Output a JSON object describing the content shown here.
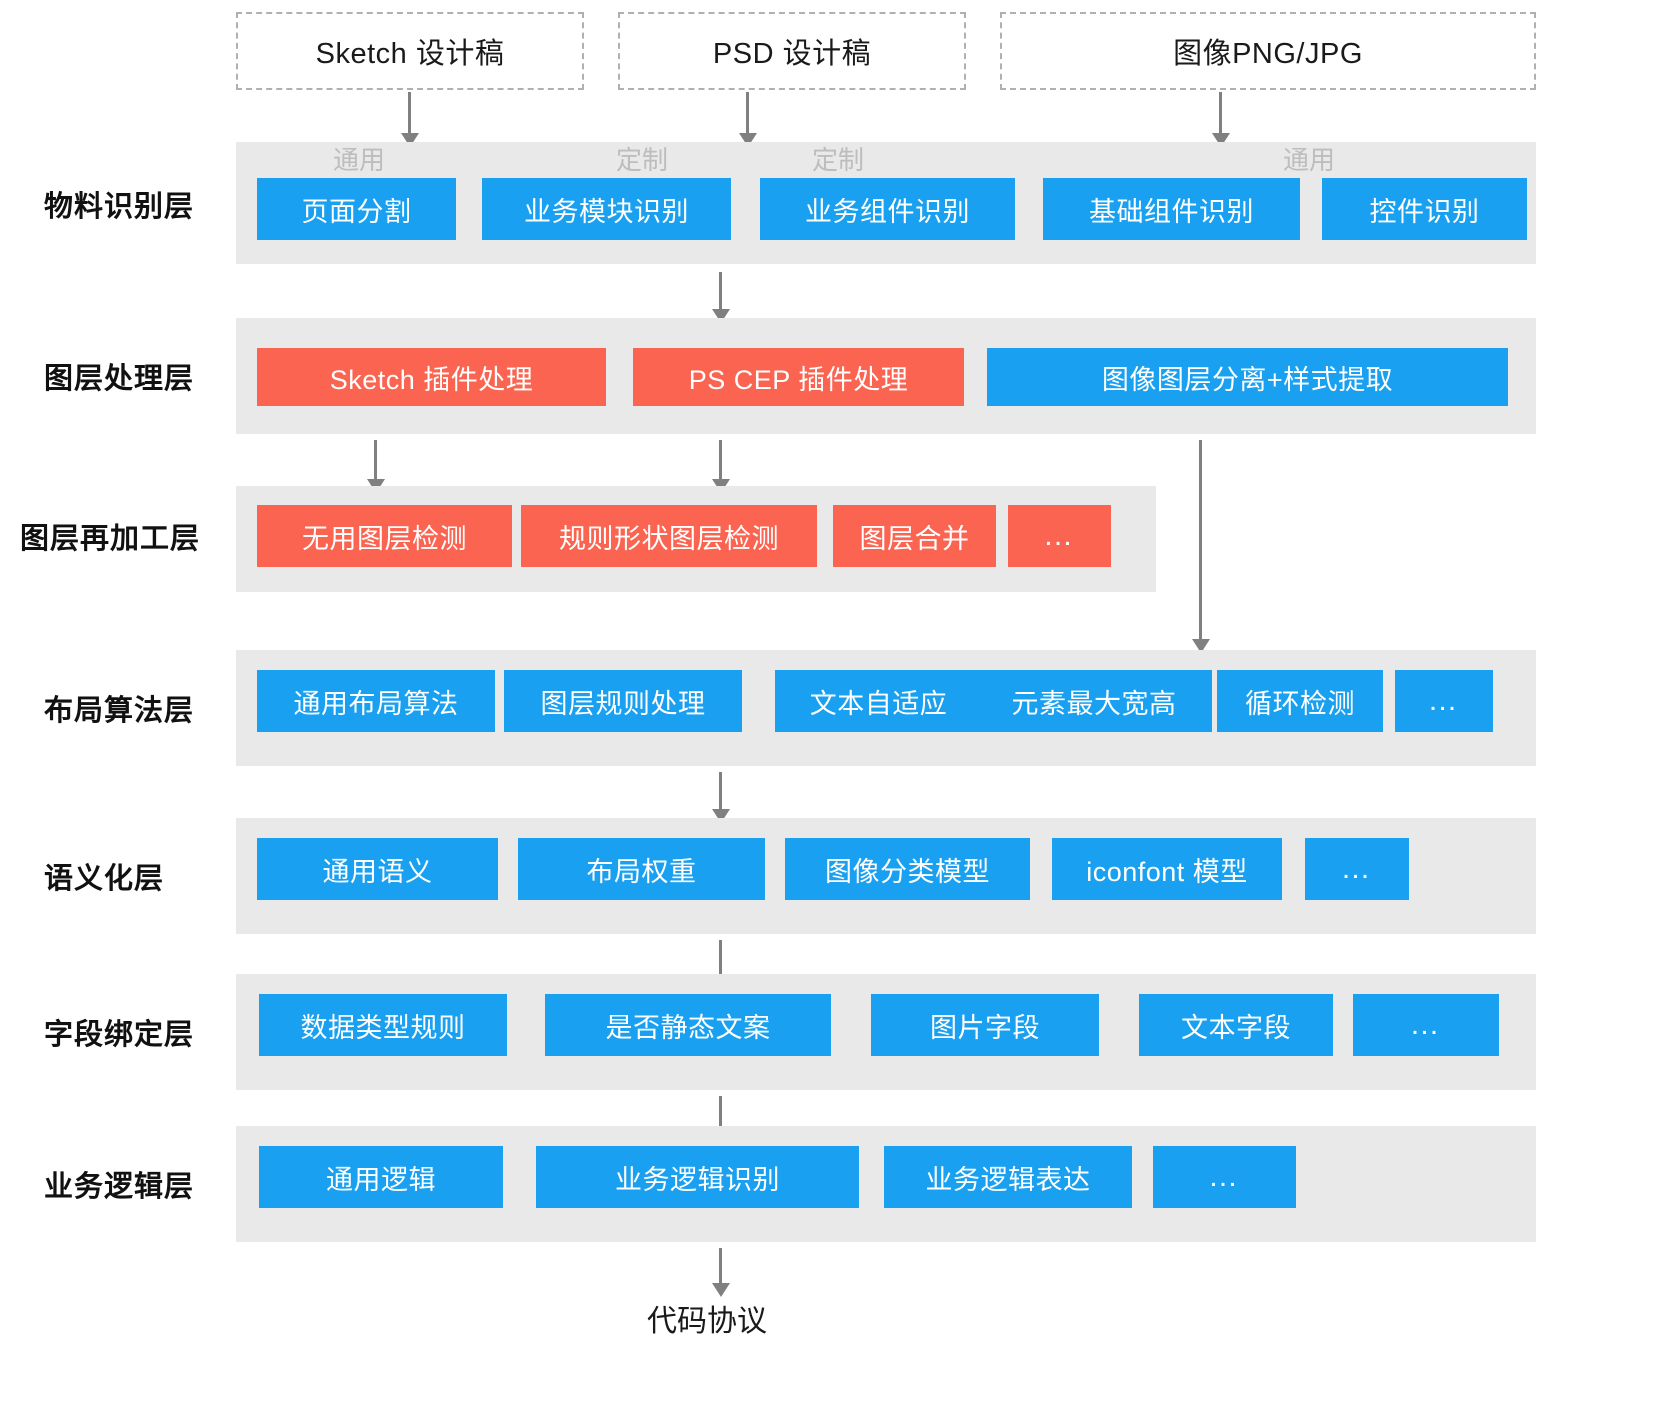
{
  "diagram": {
    "title_implied": "",
    "type": "layered-architecture-flowchart",
    "colors": {
      "blue": "#1aa0f0",
      "red": "#fa6450",
      "band": "#e9e9e9",
      "arrow": "#808080",
      "annotation": "#bdbdbd",
      "dashed_border": "#b0b0b0"
    },
    "inputs": [
      {
        "label": "Sketch 设计稿"
      },
      {
        "label": "PSD 设计稿"
      },
      {
        "label": "图像PNG/JPG"
      }
    ],
    "annotations": [
      {
        "label": "通用"
      },
      {
        "label": "定制"
      },
      {
        "label": "定制"
      },
      {
        "label": "通用"
      }
    ],
    "layers": [
      {
        "name": "物料识别层",
        "nodes": [
          {
            "label": "页面分割",
            "color": "blue"
          },
          {
            "label": "业务模块识别",
            "color": "blue"
          },
          {
            "label": "业务组件识别",
            "color": "blue"
          },
          {
            "label": "基础组件识别",
            "color": "blue"
          },
          {
            "label": "控件识别",
            "color": "blue"
          }
        ]
      },
      {
        "name": "图层处理层",
        "nodes": [
          {
            "label": "Sketch 插件处理",
            "color": "red"
          },
          {
            "label": "PS CEP 插件处理",
            "color": "red"
          },
          {
            "label": "图像图层分离+样式提取",
            "color": "blue"
          }
        ]
      },
      {
        "name": "图层再加工层",
        "nodes": [
          {
            "label": "无用图层检测",
            "color": "red"
          },
          {
            "label": "规则形状图层检测",
            "color": "red"
          },
          {
            "label": "图层合并",
            "color": "red"
          },
          {
            "label": "…",
            "color": "red"
          }
        ]
      },
      {
        "name": "布局算法层",
        "nodes": [
          {
            "label": "通用布局算法",
            "color": "blue"
          },
          {
            "label": "图层规则处理",
            "color": "blue"
          },
          {
            "label": "文本自适应",
            "color": "blue"
          },
          {
            "label": "元素最大宽高",
            "color": "blue"
          },
          {
            "label": "循环检测",
            "color": "blue"
          },
          {
            "label": "…",
            "color": "blue"
          }
        ]
      },
      {
        "name": "语义化层",
        "nodes": [
          {
            "label": "通用语义",
            "color": "blue"
          },
          {
            "label": "布局权重",
            "color": "blue"
          },
          {
            "label": "图像分类模型",
            "color": "blue"
          },
          {
            "label": "iconfont 模型",
            "color": "blue"
          },
          {
            "label": "…",
            "color": "blue"
          }
        ]
      },
      {
        "name": "字段绑定层",
        "nodes": [
          {
            "label": "数据类型规则",
            "color": "blue"
          },
          {
            "label": "是否静态文案",
            "color": "blue"
          },
          {
            "label": "图片字段",
            "color": "blue"
          },
          {
            "label": "文本字段",
            "color": "blue"
          },
          {
            "label": "…",
            "color": "blue"
          }
        ]
      },
      {
        "name": "业务逻辑层",
        "nodes": [
          {
            "label": "通用逻辑",
            "color": "blue"
          },
          {
            "label": "业务逻辑识别",
            "color": "blue"
          },
          {
            "label": "业务逻辑表达",
            "color": "blue"
          },
          {
            "label": "…",
            "color": "blue"
          }
        ]
      }
    ],
    "output": {
      "label": "代码协议"
    }
  }
}
